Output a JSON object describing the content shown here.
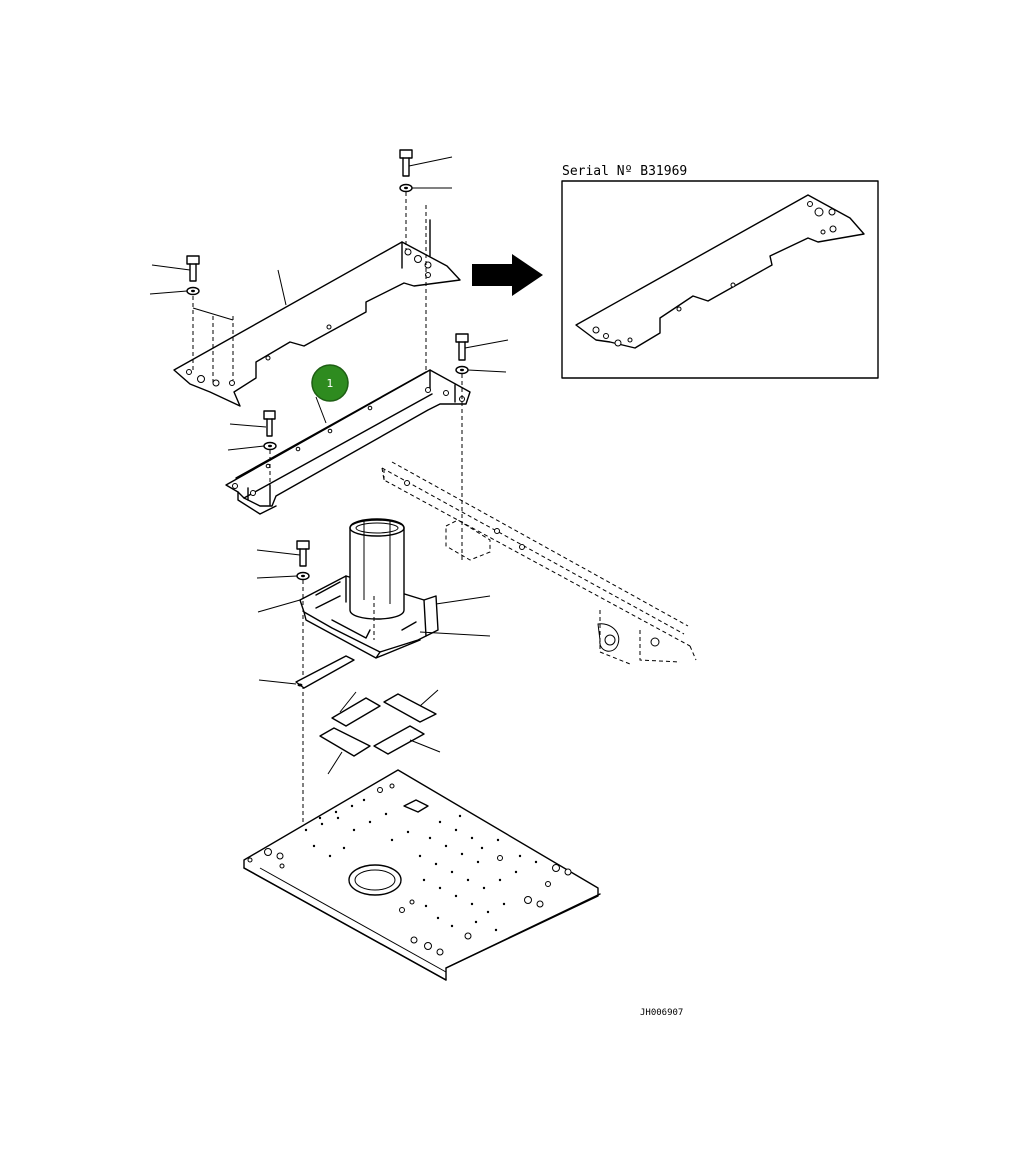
{
  "diagram": {
    "inset_label": "Serial Nº B31969",
    "drawing_code": "JH006907",
    "callouts": [
      {
        "id": "callout-1",
        "label": "1",
        "color": "#2e8b1f"
      }
    ]
  }
}
